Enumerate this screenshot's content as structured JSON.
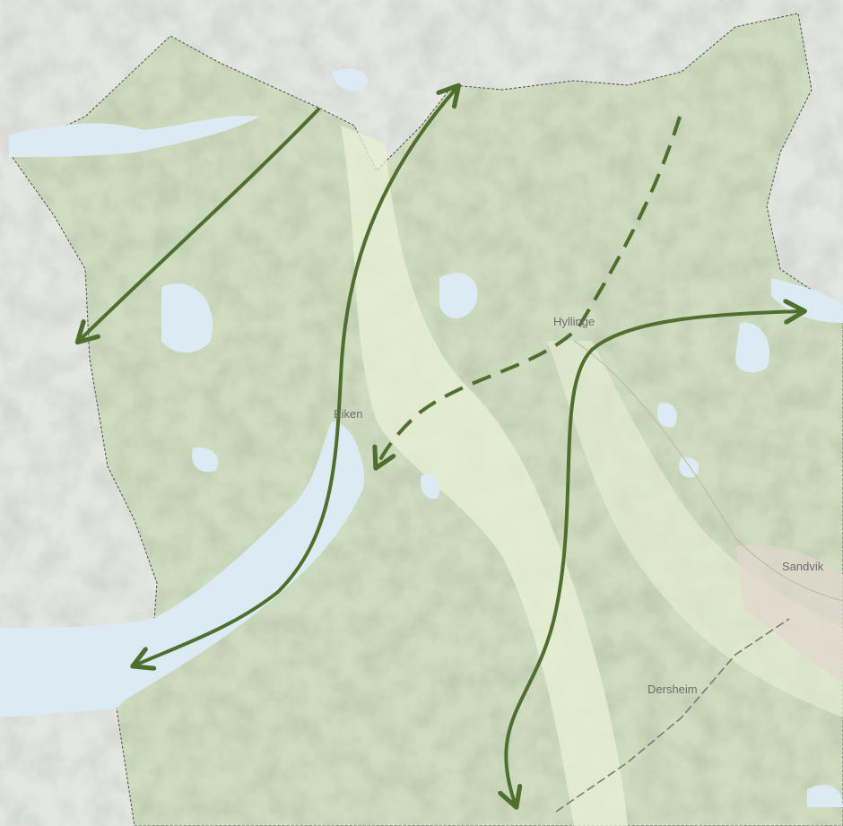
{
  "colors": {
    "background": "#e4e6e2",
    "terrain_outside": "#d8dad5",
    "region_fill": "#cfdcbf",
    "region_border": "#4a4a4a",
    "water": "#dcebf3",
    "valley": "#eaf0d6",
    "urban": "#e2d6cf",
    "arrow": "#4f6f2f",
    "label_text": "#6d6d6d"
  },
  "places": [
    {
      "id": "place-1",
      "label": "Hyllinge"
    },
    {
      "id": "place-2",
      "label": "Eiken"
    },
    {
      "id": "place-3",
      "label": "Sandvik"
    },
    {
      "id": "place-4",
      "label": "Dersheim"
    }
  ],
  "arrows": [
    {
      "id": "arrow-northwest-corridor",
      "style": "solid",
      "direction": "southwest"
    },
    {
      "id": "arrow-lake-corridor",
      "style": "solid",
      "direction": "north and southwest"
    },
    {
      "id": "arrow-east-corridor",
      "style": "solid",
      "direction": "east and south"
    },
    {
      "id": "arrow-planned-corridor",
      "style": "dashed",
      "direction": "southwest"
    }
  ]
}
